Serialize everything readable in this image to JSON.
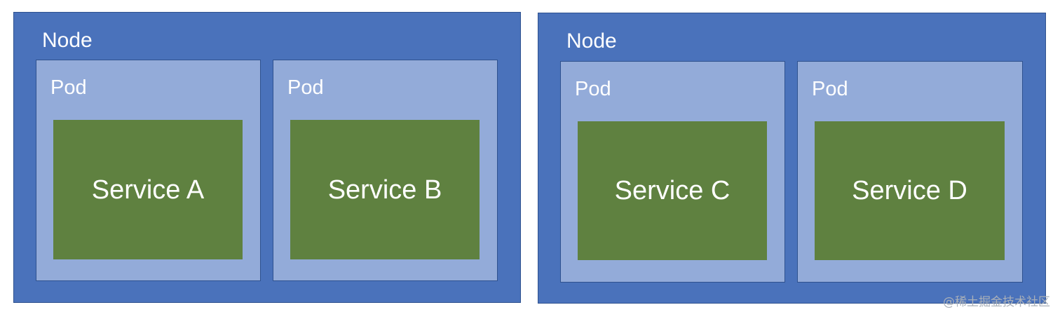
{
  "nodes": [
    {
      "label": "Node",
      "pods": [
        {
          "label": "Pod",
          "service": "Service A"
        },
        {
          "label": "Pod",
          "service": "Service B"
        }
      ]
    },
    {
      "label": "Node",
      "pods": [
        {
          "label": "Pod",
          "service": "Service C"
        },
        {
          "label": "Pod",
          "service": "Service D"
        }
      ]
    }
  ],
  "watermark": "@稀土掘金技术社区",
  "colors": {
    "node_fill": "#4a72bb",
    "pod_fill": "#93abd9",
    "service_fill": "#5f8140",
    "text": "#ffffff"
  }
}
